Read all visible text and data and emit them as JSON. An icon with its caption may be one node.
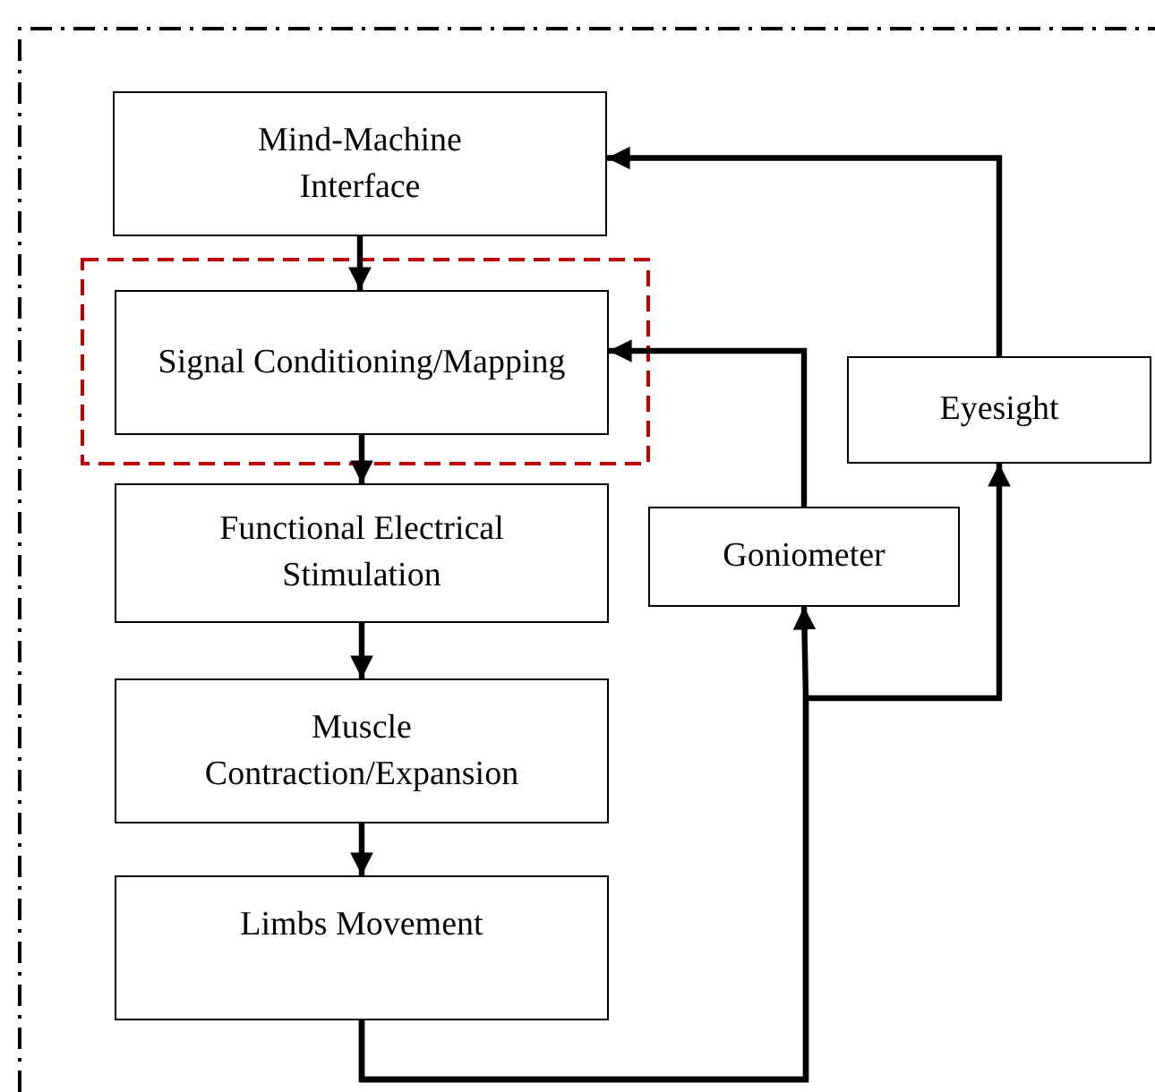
{
  "diagram": {
    "nodes": [
      {
        "text": [
          "Mind-Machine Interface"
        ]
      },
      {
        "text": [
          "Signal Conditioning/Mapping"
        ]
      },
      {
        "text": [
          "Functional Electrical Stimulation"
        ]
      },
      {
        "text": [
          "Muscle Contraction/Expansion"
        ]
      },
      {
        "text": [
          "Limbs Movement"
        ]
      },
      {
        "text": [
          "Goniometer"
        ]
      },
      {
        "text": [
          "Eyesight"
        ]
      }
    ],
    "edges": [
      {
        "from": 0,
        "to": 1,
        "arrow": "to"
      },
      {
        "from": 1,
        "to": 2,
        "arrow": "to"
      },
      {
        "from": 2,
        "to": 3,
        "arrow": "to"
      },
      {
        "from": 3,
        "to": 4,
        "arrow": "to"
      },
      {
        "from": 4,
        "to": 5,
        "arrow": "to"
      },
      {
        "from": 4,
        "to": 6,
        "arrow": "to"
      },
      {
        "from": 5,
        "to": 1,
        "arrow": "to"
      },
      {
        "from": 6,
        "to": 0,
        "arrow": "to"
      }
    ]
  }
}
